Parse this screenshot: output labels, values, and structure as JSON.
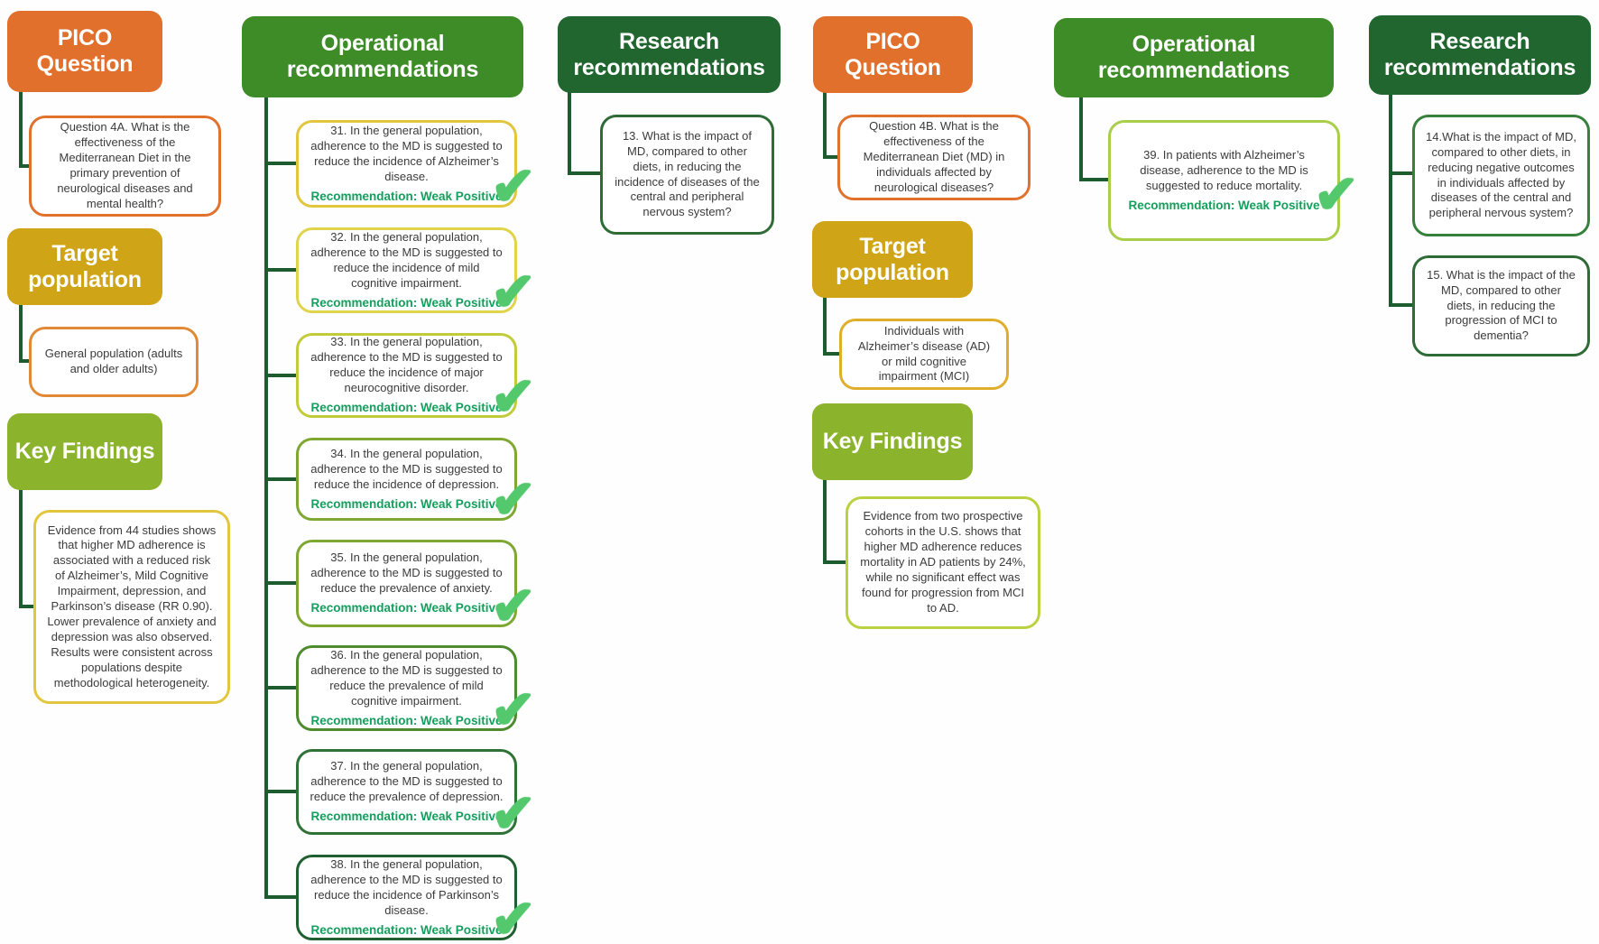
{
  "labels": {
    "recommendation": "Recommendation: Weak Positive"
  },
  "icons": {
    "check": "✔"
  },
  "colors": {
    "header_orange": "#E2702D",
    "header_gold": "#CFA517",
    "header_olive_green": "#8CB32C",
    "header_green": "#3E8C28",
    "header_dark_green": "#21662F",
    "connector_green": "#1D5C2E",
    "recommendation_text_green": "#12A05C",
    "checkmark_green": "#53C86D",
    "body_text": "#3b3b3b"
  },
  "flows": [
    {
      "id": "4A",
      "pico": {
        "header": "PICO Question",
        "question": "Question 4A. What is the effectiveness of the Mediterranean Diet in the primary prevention of neurological diseases and mental health?"
      },
      "target": {
        "header": "Target population",
        "text": "General population (adults and older adults)"
      },
      "key_findings": {
        "header": "Key Findings",
        "text": "Evidence from 44 studies shows that higher MD adherence is associated with a reduced risk of Alzheimer’s, Mild Cognitive Impairment, depression, and Parkinson’s disease (RR 0.90). Lower prevalence of anxiety and depression was also observed. Results were consistent across populations despite methodological heterogeneity."
      },
      "operational": {
        "header": "Operational recommendations",
        "items": [
          {
            "text": "31. In the general population, adherence to the MD is suggested to reduce the incidence of Alzheimer’s disease."
          },
          {
            "text": "32. In the general population, adherence to the MD is suggested to reduce the incidence of mild cognitive impairment."
          },
          {
            "text": "33. In the general population, adherence to the MD is suggested to reduce the incidence of major neurocognitive disorder."
          },
          {
            "text": "34. In the general population, adherence to the MD is suggested to reduce the incidence of depression."
          },
          {
            "text": "35. In the general population, adherence to the MD is suggested to reduce the prevalence of anxiety."
          },
          {
            "text": "36. In the general population, adherence to the MD is suggested to reduce the prevalence of mild cognitive impairment."
          },
          {
            "text": "37. In the general population, adherence to the MD is suggested to reduce the prevalence of depression."
          },
          {
            "text": "38. In the general population, adherence to the MD is suggested to reduce the incidence of Parkinson’s disease."
          }
        ]
      },
      "research": {
        "header": "Research recommendations",
        "items": [
          {
            "text": "13. What is the impact of MD, compared to other diets, in reducing the incidence of diseases of the central and peripheral nervous system?"
          }
        ]
      }
    },
    {
      "id": "4B",
      "pico": {
        "header": "PICO Question",
        "question": "Question 4B. What is the effectiveness of the Mediterranean Diet (MD) in individuals affected by neurological diseases?"
      },
      "target": {
        "header": "Target population",
        "text": "Individuals with Alzheimer’s disease (AD) or mild cognitive impairment (MCI)"
      },
      "key_findings": {
        "header": "Key Findings",
        "text": "Evidence from two prospective cohorts in the U.S. shows that higher MD adherence reduces mortality in AD patients by 24%, while no significant effect was found for progression from MCI to AD."
      },
      "operational": {
        "header": "Operational recommendations",
        "items": [
          {
            "text": "39. In patients with Alzheimer’s disease, adherence to the MD is suggested to reduce mortality."
          }
        ]
      },
      "research": {
        "header": "Research recommendations",
        "items": [
          {
            "text": "14.What is the impact of MD, compared to other diets, in reducing negative outcomes in individuals affected by diseases of the central and peripheral nervous system?"
          },
          {
            "text": "15. What is the impact of the MD, compared to other diets, in reducing the progression of MCI to dementia?"
          }
        ]
      }
    }
  ]
}
